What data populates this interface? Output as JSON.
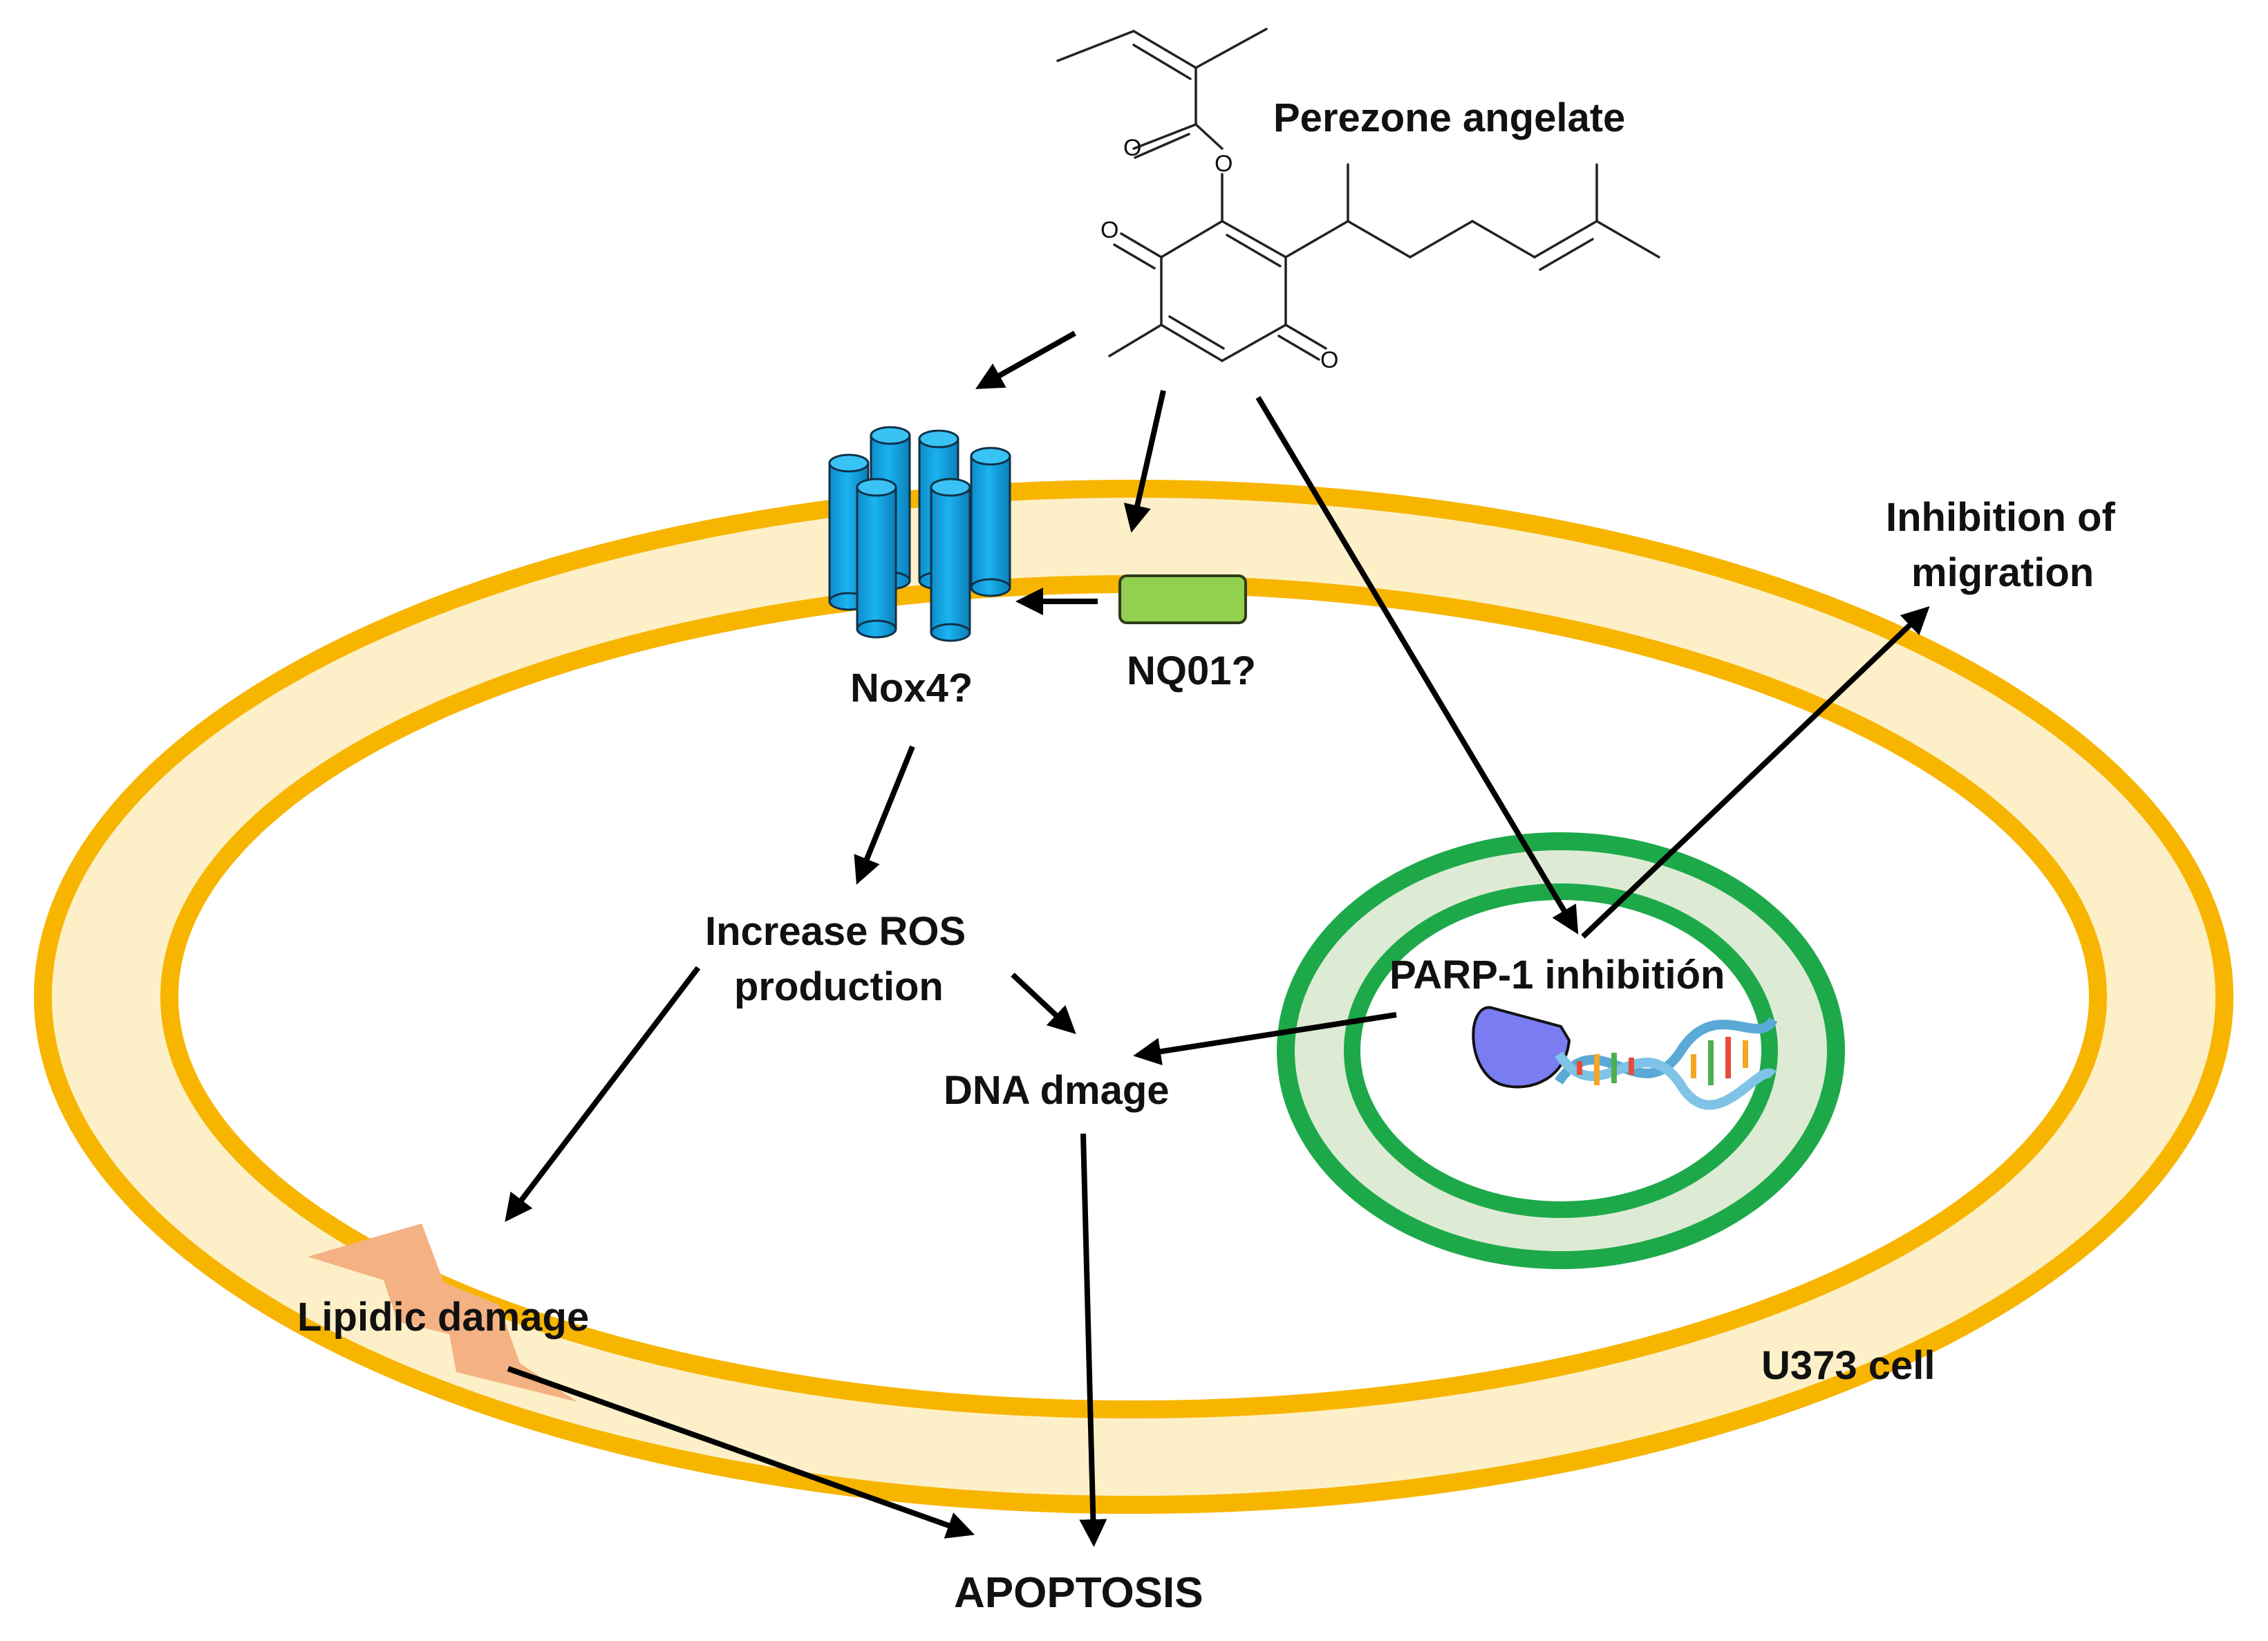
{
  "labels": {
    "compound": "Perezone angelate",
    "nox4": "Nox4?",
    "nq01": "NQ01?",
    "migration_line1": "Inhibition of",
    "migration_line2": "migration",
    "ros_line1": "Increase ROS",
    "ros_line2": "production",
    "dna_damage": "DNA dmage",
    "parp": "PARP-1 inhibitión",
    "lipidic": "Lipidic damage",
    "cell": "U373 cell",
    "apoptosis": "APOPTOSIS"
  },
  "atoms": {
    "oxygen": "O"
  },
  "colors": {
    "membrane": "#F7B500",
    "membrane_fill": "#FDF0C8",
    "nuclear_envelope": "#1DA94A",
    "nuclear_fill": "#DDEBD4",
    "nox4_channel": "#12A9E8",
    "nq01_box": "#92D050",
    "lightning": "#F4B183",
    "parp_enzyme": "#7A7CF2",
    "arrow": "#000000"
  },
  "icons": {
    "nox4": "membrane-channel-cylinders-icon",
    "nq01": "enzyme-rectangle-icon",
    "lipidic_damage": "lightning-bolt-icon",
    "parp1": "enzyme-blob-icon",
    "dna": "dna-double-helix-icon"
  }
}
